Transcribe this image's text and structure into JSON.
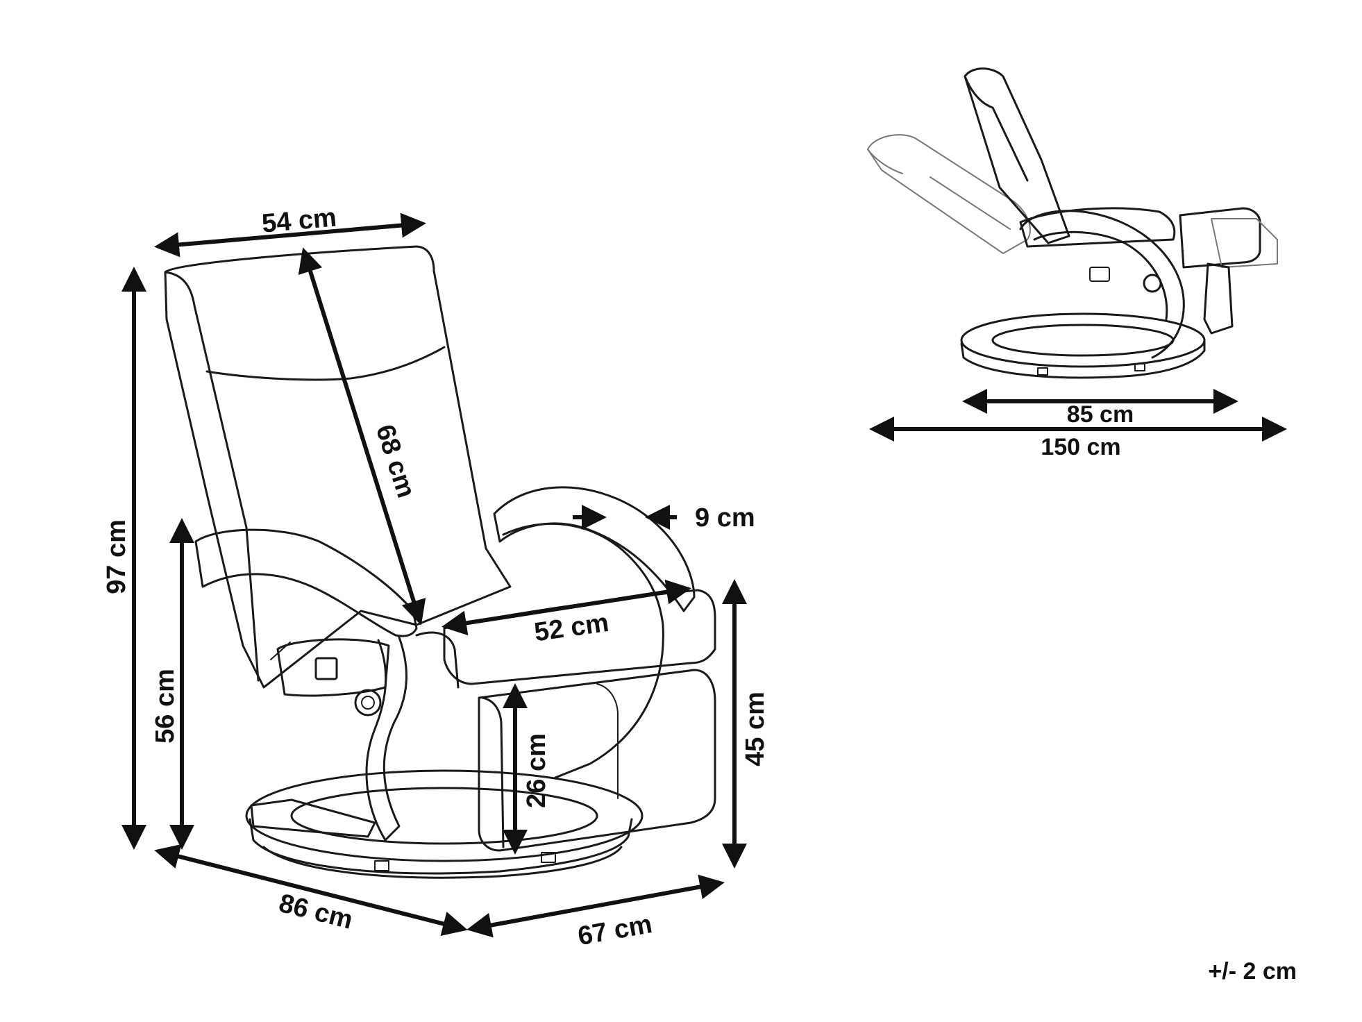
{
  "dimensions": {
    "top_width": "54 cm",
    "back_length": "68 cm",
    "armrest_width": "9 cm",
    "seat_depth": "52 cm",
    "total_height": "97 cm",
    "armrest_height": "56 cm",
    "seat_height": "45 cm",
    "footrest_height": "26 cm",
    "depth": "86 cm",
    "width": "67 cm",
    "base_width_reclined": "85 cm",
    "length_reclined": "150 cm"
  },
  "tolerance": "+/- 2 cm"
}
